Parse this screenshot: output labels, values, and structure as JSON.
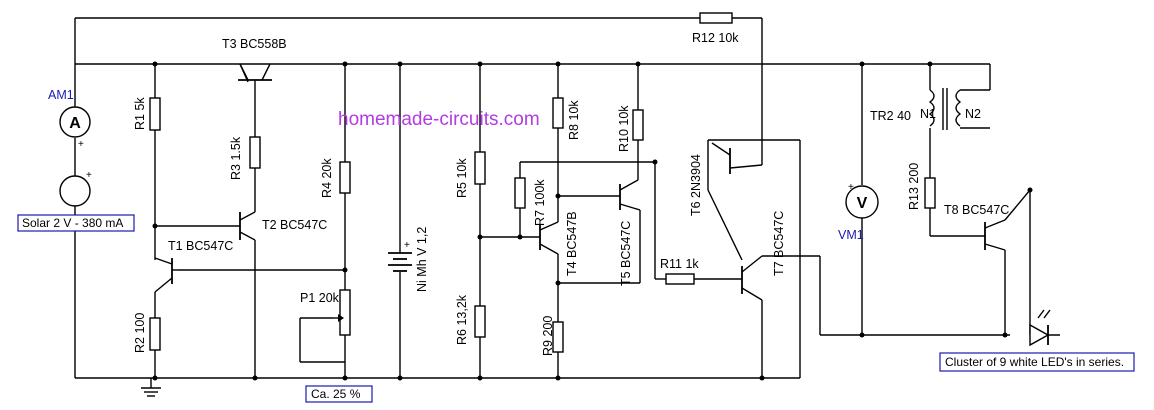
{
  "watermark": "homemade-circuits.com",
  "labels": {
    "am1": "AM1",
    "ammeter_symbol": "A",
    "voltmeter_symbol": "V",
    "vm1": "VM1",
    "solar": "Solar 2 V - 380 mA",
    "t3": "T3 BC558B",
    "r1": "R1 5k",
    "r3": "R3 1.5k",
    "t2": "T2 BC547C",
    "t1": "T1 BC547C",
    "r2": "R2 100",
    "r4": "R4 20k",
    "p1": "P1 20k",
    "ca": "Ca. 25 %",
    "battery": "Ni Mh V 1,2",
    "r5": "R5 10k",
    "r6": "R6 13,2k",
    "r7": "R7 100k",
    "r8": "R8 10k",
    "r9": "R9 200",
    "t4": "T4 BC547B",
    "t5": "T5 BC547C",
    "r10": "R10 10k",
    "r11": "R11 1k",
    "t6": "T6 2N3904",
    "t7": "T7 BC547C",
    "r12": "R12 10k",
    "tr2": "TR2 40",
    "n1": "N1",
    "n2": "N2",
    "r13": "R13 200",
    "t8": "T8 BC547C",
    "leds": "Cluster of 9 white LED's in series."
  }
}
